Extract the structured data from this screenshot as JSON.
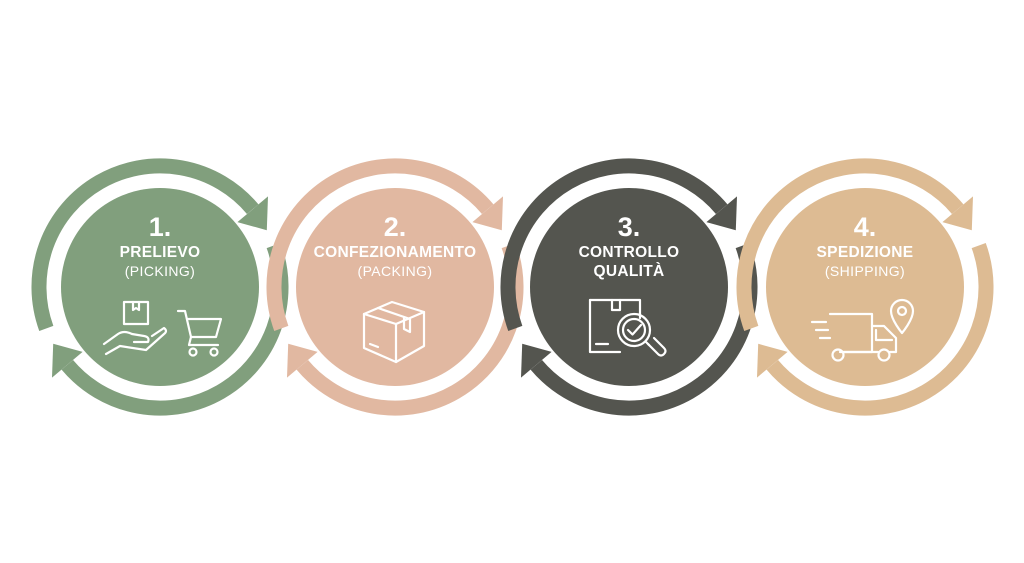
{
  "steps": [
    {
      "number": "1.",
      "title_lines": [
        "PRELIEVO"
      ],
      "subtitle": "(PICKING)",
      "color": "#819f7d",
      "icons": [
        "box-on-hand-icon",
        "shopping-cart-icon"
      ]
    },
    {
      "number": "2.",
      "title_lines": [
        "CONFEZIONAMENTO"
      ],
      "subtitle": "(PACKING)",
      "color": "#e1b8a1",
      "icons": [
        "package-box-icon"
      ]
    },
    {
      "number": "3.",
      "title_lines": [
        "CONTROLLO",
        "QUALITÀ"
      ],
      "subtitle": "",
      "color": "#54554f",
      "icons": [
        "inspection-magnifier-icon"
      ]
    },
    {
      "number": "4.",
      "title_lines": [
        "SPEDIZIONE"
      ],
      "subtitle": "(SHIPPING)",
      "color": "#ddbb93",
      "icons": [
        "delivery-truck-icon",
        "location-pin-icon"
      ]
    }
  ]
}
